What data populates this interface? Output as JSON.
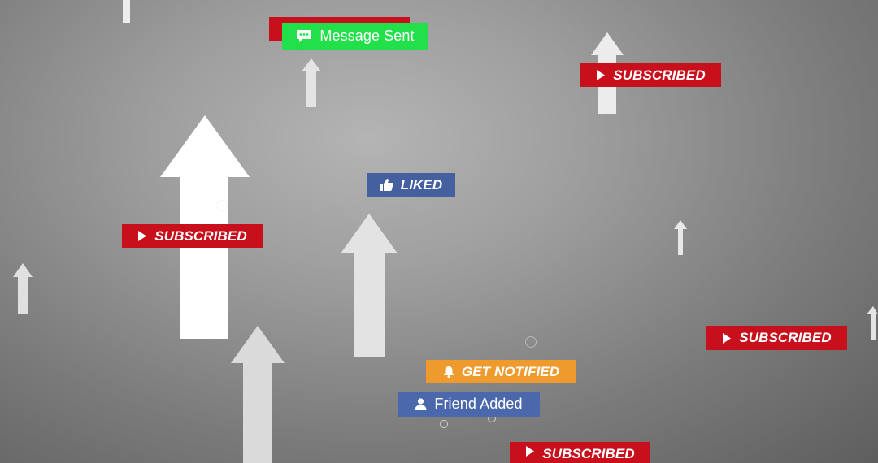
{
  "colors": {
    "subscribed_red": "#c8101c",
    "liked_blue": "#44609e",
    "message_green": "#22e04a",
    "notified_orange": "#ef9a2c",
    "friend_blue": "#4a68ab",
    "arrow_white": "#ffffff",
    "arrow_light": "#e2e2e2"
  },
  "badges": {
    "message_sent": {
      "label": "Message Sent",
      "icon": "chat-bubble-icon"
    },
    "subscribed": {
      "label": "SUBSCRIBED",
      "icon": "play-icon"
    },
    "liked": {
      "label": "LIKED",
      "icon": "thumbs-up-icon"
    },
    "get_notified": {
      "label": "GET NOTIFIED",
      "icon": "bell-icon"
    },
    "friend_added": {
      "label": "Friend Added",
      "icon": "user-icon"
    }
  },
  "background": {
    "icon": "up-arrow-icon"
  }
}
